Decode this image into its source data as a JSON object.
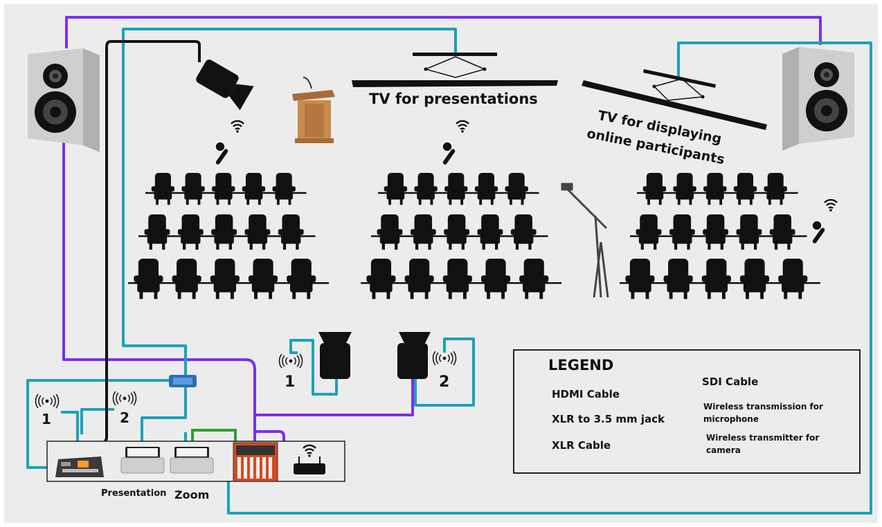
{
  "colors": {
    "hdmi": "#1aa3b8",
    "xlr": "#7b2ff2",
    "xlr_jack": "#2e9e2e",
    "sdi": "#111111",
    "background": "#ececec"
  },
  "labels": {
    "tv1": "TV for presentations",
    "tv2_line1": "TV for displaying",
    "tv2_line2": "online participants",
    "cam1": "1",
    "cam2": "2",
    "tx1": "1",
    "tx2": "2",
    "presentation": "Presentation",
    "zoom": "Zoom"
  },
  "legend": {
    "title": "LEGEND",
    "hdmi": "HDMI Cable",
    "xlr_jack": "XLR to 3.5 mm jack",
    "xlr": "XLR Cable",
    "sdi": "SDI Cable",
    "wireless_mic_line1": "Wireless transmission for",
    "wireless_mic_line2": "microphone",
    "wireless_cam_line1": "Wireless transmitter for",
    "wireless_cam_line2": "camera"
  },
  "icons": {
    "speaker": "speaker-icon",
    "camera": "camera-icon",
    "podium": "podium-icon",
    "microphone": "microphone-icon",
    "wifi": "wifi-icon",
    "broadcast": "broadcast-icon",
    "seat": "seat-icon",
    "laptop": "laptop-icon",
    "mixer": "mixer-icon",
    "router": "router-icon",
    "splitter": "hdmi-splitter-icon",
    "switcher": "video-switcher-icon"
  }
}
